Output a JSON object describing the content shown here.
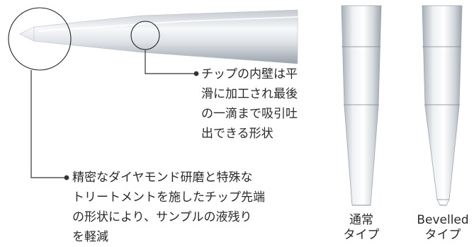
{
  "callout_top": {
    "lines": [
      "チップの内壁は平",
      "滑に加工され最後",
      "の一滴まで吸引吐",
      "出できる形状"
    ]
  },
  "callout_bottom": {
    "lines": [
      "精密なダイヤモンド研磨と特殊な",
      "トリートメントを施したチップ先端",
      "の形状により、サンプルの液残り",
      "を軽減"
    ]
  },
  "tips": [
    {
      "name": "通常",
      "type": "タイプ"
    },
    {
      "name": "Bevelled",
      "type": "タイプ"
    }
  ],
  "colors": {
    "line": "#3a3a3a",
    "metal_light": "#f2f4f6",
    "metal_dark": "#a9b0b8"
  }
}
